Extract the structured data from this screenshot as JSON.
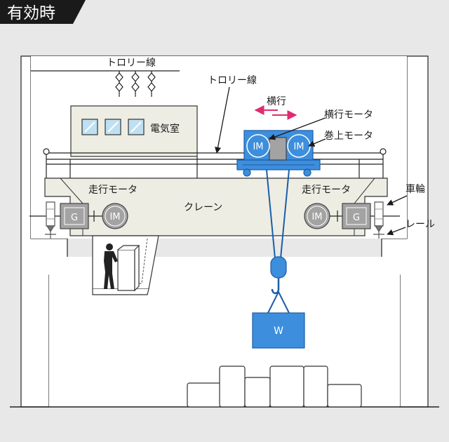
{
  "header": {
    "title": "有効時"
  },
  "labels": {
    "trolley_wire_top": "トロリー線",
    "trolley_wire_right": "トロリー線",
    "electric_room": "電気室",
    "traverse": "横行",
    "traverse_motor": "横行モータ",
    "hoist_motor": "巻上モータ",
    "travel_motor_left": "走行モータ",
    "travel_motor_right": "走行モータ",
    "crane": "クレーン",
    "wheel": "車輪",
    "rail": "レール",
    "generator_left": "G",
    "generator_right": "G",
    "im_left": "IM",
    "im_right": "IM",
    "im_trolley_left": "IM",
    "im_trolley_right": "IM",
    "weight": "W"
  },
  "colors": {
    "background": "#e8e8e8",
    "building": "#ffffff",
    "crane_body": "#eeede3",
    "blue": "#3d8edc",
    "blue_dark": "#1b5ea8",
    "gray_box": "#a3a3a3",
    "arrow_red": "#e02c6e",
    "header_bg": "#1a1a1a"
  }
}
